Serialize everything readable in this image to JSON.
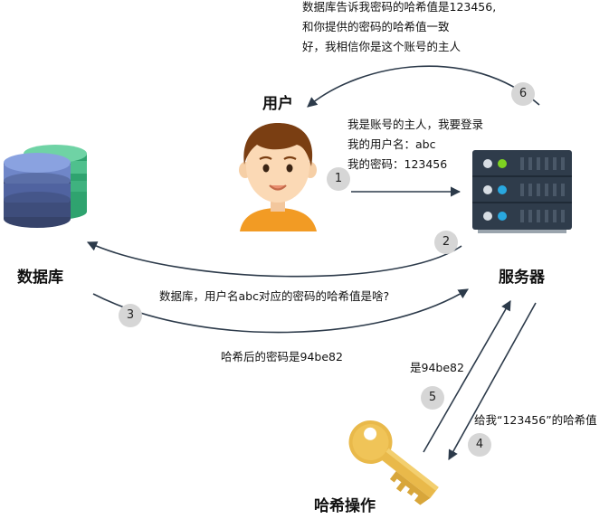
{
  "labels": {
    "user": "用户",
    "database": "数据库",
    "server": "服务器",
    "hash": "哈希操作"
  },
  "messages": {
    "step1": [
      "我是账号的主人，我要登录",
      "我的用户名：abc",
      "我的密码：123456"
    ],
    "step2": "数据库，用户名abc对应的密码的哈希值是啥?",
    "step3": "哈希后的密码是94be82",
    "step4": "给我“123456”的哈希值",
    "step5": "是94be82",
    "step6": [
      "数据库告诉我密码的哈希值是123456,",
      "和你提供的密码的哈希值一致",
      "好，我相信你是这个账号的主人"
    ]
  },
  "steps": [
    "1",
    "2",
    "3",
    "4",
    "5",
    "6"
  ],
  "icons": {
    "user": "user-avatar-icon",
    "database": "database-icon",
    "server": "server-icon",
    "hash": "key-icon"
  },
  "colors": {
    "arrow": "#2c3a4a",
    "step_circle": "#d6d6d6",
    "skin": "#fbd9b5",
    "hair": "#7a3e12",
    "shirt": "#f29b24",
    "server": "#2f3c4b",
    "db_blue": "#5b6fa8",
    "db_green": "#3fb27f",
    "key": "#e9b94a"
  }
}
